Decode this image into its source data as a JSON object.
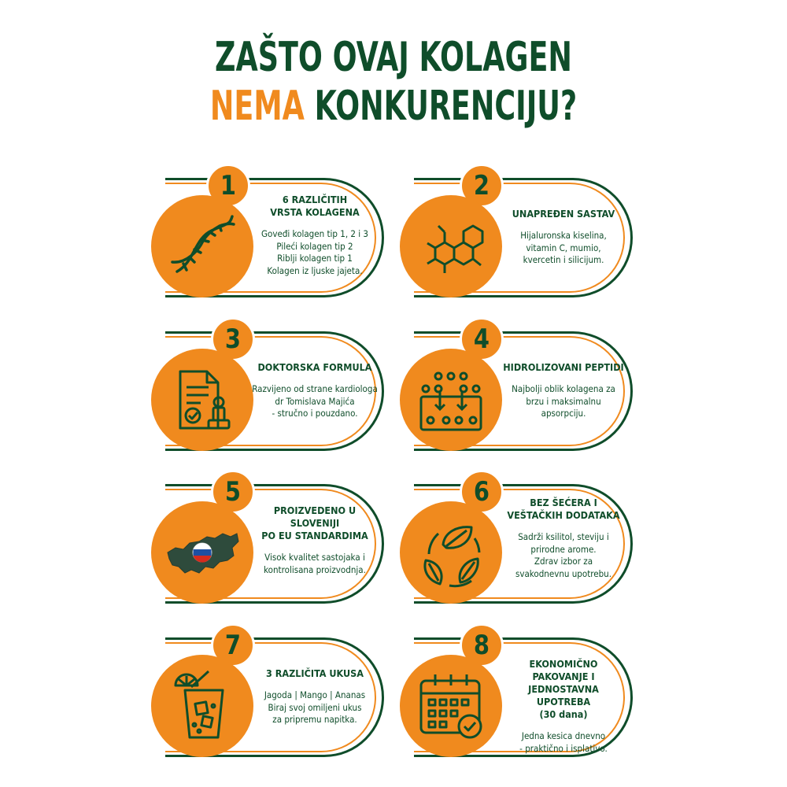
{
  "title": {
    "line1": "ZAŠTO OVAJ KOLAGEN",
    "line2_highlight": "NEMA",
    "line2_rest": " KONKURENCIJU?"
  },
  "colors": {
    "green": "#0f4d2a",
    "orange": "#f08a1e"
  },
  "cards": [
    {
      "number": "1",
      "icon": "dna-icon",
      "heading": [
        "6 RAZLIČITIH",
        "VRSTA KOLAGENA"
      ],
      "body": [
        "Goveđi kolagen tip 1, 2 i 3",
        "Pileći kolagen tip 2",
        "Riblji kolagen tip 1",
        "Kolagen iz ljuske jajeta."
      ]
    },
    {
      "number": "2",
      "icon": "molecule-icon",
      "heading": [
        "UNAPREĐEN SASTAV"
      ],
      "body": [
        "Hijaluronska kiselina,",
        "vitamin C, mumio,",
        "kvercetin i silicijum."
      ]
    },
    {
      "number": "3",
      "icon": "document-stamp-icon",
      "heading": [
        "DOKTORSKA FORMULA"
      ],
      "body": [
        "Razvijeno od strane kardiologa",
        "dr Tomislava Majića",
        "- stručno i pouzdano."
      ]
    },
    {
      "number": "4",
      "icon": "absorption-icon",
      "heading": [
        "HIDROLIZOVANI PEPTIDI"
      ],
      "body": [
        "Najbolji oblik kolagena za",
        "brzu i maksimalnu",
        "apsorpciju."
      ]
    },
    {
      "number": "5",
      "icon": "slovenia-map-icon",
      "heading": [
        "PROIZVEDENO U SLOVENIJI",
        "PO EU STANDARDIMA"
      ],
      "body": [
        "Visok kvalitet sastojaka i",
        "kontrolisana proizvodnja."
      ]
    },
    {
      "number": "6",
      "icon": "leaves-icon",
      "heading": [
        "BEZ ŠEĆERA I",
        "VEŠTAČKIH DODATAKA"
      ],
      "body": [
        "Sadrži ksilitol, steviju i",
        "prirodne arome.",
        "Zdrav izbor za",
        "svakodnevnu upotrebu."
      ]
    },
    {
      "number": "7",
      "icon": "drink-glass-icon",
      "heading": [
        "3 RAZLIČITA UKUSA"
      ],
      "body": [
        "Jagoda | Mango | Ananas",
        "Biraj svoj omiljeni ukus",
        "za pripremu napitka."
      ]
    },
    {
      "number": "8",
      "icon": "calendar-check-icon",
      "heading": [
        "EKONOMIČNO PAKOVANJE I",
        "JEDNOSTAVNA UPOTREBA",
        "(30 dana)"
      ],
      "body": [
        "Jedna kesica dnevno",
        "- praktično i isplativo."
      ]
    }
  ]
}
